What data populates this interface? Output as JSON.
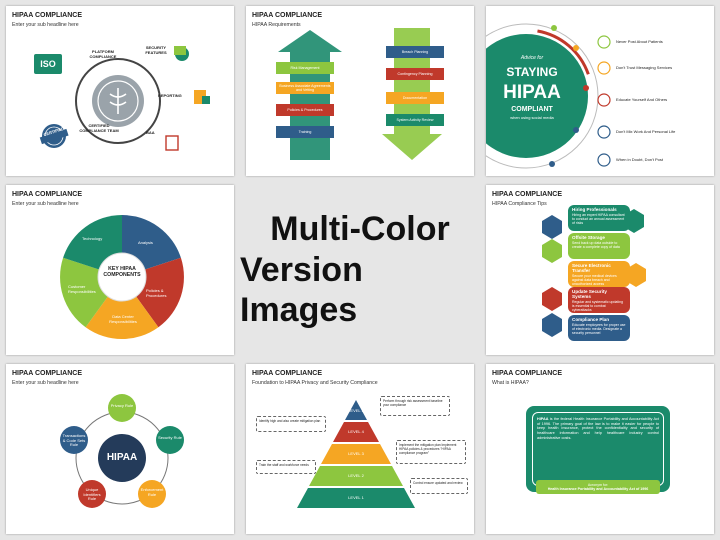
{
  "center": {
    "line1": "Multi-Color",
    "line2": "Version Images"
  },
  "colors": {
    "green": "#1b8a6b",
    "blue": "#2f5d8a",
    "orange": "#f5a623",
    "red": "#c0392b",
    "lime": "#8dc63f",
    "navy": "#243b5a"
  },
  "s1": {
    "title": "HIPAA COMPLIANCE",
    "sub": "Enter your sub headline here",
    "iso": "ISO",
    "platform": "PLATFORM COMPLIANCE",
    "security": "SECURITY FEATURES",
    "reporting": "REPORTING",
    "baa": "BAA",
    "certified_team": "CERTIFIED COMPLIANCE TEAM",
    "badge": "CERTIFIED"
  },
  "s2": {
    "title": "HIPAA COMPLIANCE",
    "sub": "HIPAA Requirements",
    "left": [
      "Risk Management",
      "Business Associate Agreements and Vetting",
      "Policies & Procedures",
      "Training"
    ],
    "right": [
      "Breach Planning",
      "Contingency Planning",
      "Documentation",
      "System Activity Review"
    ]
  },
  "s3": {
    "advice": "Advice for",
    "staying": "STAYING",
    "hipaa": "HIPAA",
    "compliant": "COMPLIANT",
    "when": "when using social media",
    "items": [
      "Never Post About Patients",
      "Don't Trust Messaging Services",
      "Educate Yourself And Others",
      "Don't Mix Work And Personal Life",
      "When in Doubt, Don't Post"
    ]
  },
  "s4": {
    "title": "HIPAA COMPLIANCE",
    "sub": "Enter your sub headline here",
    "center": "KEY HIPAA COMPONENTS",
    "segments": [
      "Technology",
      "Analysis",
      "Policies & Procedures",
      "Data Center Responsibilities",
      "Customer Responsibilities"
    ]
  },
  "s5": {
    "title": "HIPAA COMPLIANCE",
    "sub": "HIPAA Compliance Tips",
    "tips": [
      {
        "h": "Hiring Professionals",
        "t": "Hiring an expert HIPAA consultant to conduct an annual assessment of risks"
      },
      {
        "h": "Offsite Storage",
        "t": "Send back up data outside to create a complete copy of data"
      },
      {
        "h": "Secure Electronic Transfer",
        "t": "Secure your medical devices against data breach and unauthorized access"
      },
      {
        "h": "Update Security Systems",
        "t": "Regular and systematic updating is essential to combat cyberattacks"
      },
      {
        "h": "Compliance Plan",
        "t": "Educate employees for proper use of electronic media. Designate a security personnel"
      }
    ]
  },
  "s6": {
    "title": "HIPAA COMPLIANCE",
    "sub": "Enter your sub headline here",
    "center": "HIPAA",
    "nodes": [
      "Privacy Rule",
      "Security Rule",
      "Enforcement Rule",
      "Unique Identifiers Rule",
      "Transactions & Code Sets Rule"
    ]
  },
  "s7": {
    "title": "HIPAA COMPLIANCE",
    "sub": "Foundation to HIPAA Privacy and Security Compliance",
    "levels": [
      "LEVEL 5",
      "LEVEL 4",
      "LEVEL 3",
      "LEVEL 2",
      "LEVEL 1"
    ],
    "notes": [
      "Perform through risk assessment baseline your compliance",
      "Identify high and also create mitigation plan",
      "Implement the mitigation plan Implement HIPAA policies & procedures \"HIPAA compliance program\"",
      "Train the staff and workforce needs",
      "Control ensure updated and review"
    ]
  },
  "s8": {
    "title": "HIPAA COMPLIANCE",
    "sub": "What is HIPAA?",
    "body_bold": "HIPAA",
    "body": " is the federal Health Insurance Portability and Accountability Act of 1996. The primary goal of the law is to make it easier for people to keep health insurance, protect the confidentiality and security of healthcare information and help healthcare industry control administrative costs.",
    "footer1": "Acronym for:",
    "footer2": "Health Insurance Portability and Accountability Act of 1996"
  }
}
